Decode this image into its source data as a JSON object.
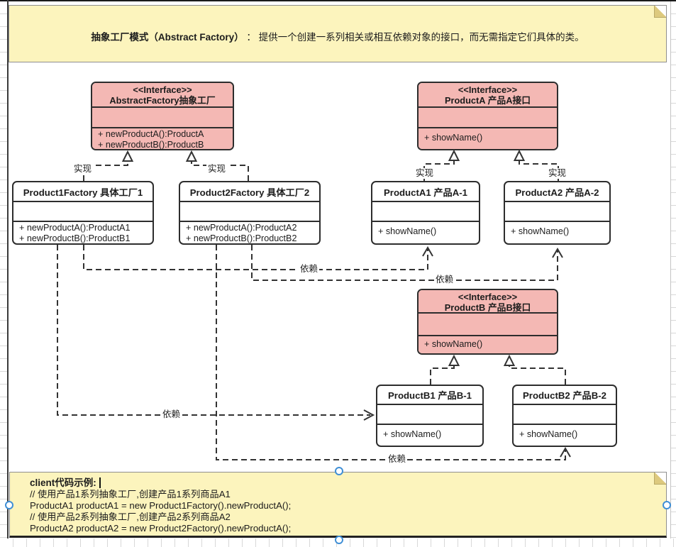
{
  "banner": {
    "title": "抽象工厂模式（Abstract Factory）",
    "separator": " ： ",
    "description": "提供一个创建一系列相关或相互依赖对象的接口，而无需指定它们具体的类。"
  },
  "labels": {
    "realize": "实现",
    "depend": "依赖"
  },
  "classes": {
    "abstract_factory": {
      "stereotype": "<<Interface>>",
      "name": "AbstractFactory抽象工厂",
      "methods": [
        "+ newProductA():ProductA",
        "+ newProductB():ProductB"
      ]
    },
    "product_a_interface": {
      "stereotype": "<<Interface>>",
      "name": "ProductA 产品A接口",
      "methods": [
        "+ showName()"
      ]
    },
    "product1_factory": {
      "name": "Product1Factory 具体工厂1",
      "methods": [
        "+ newProductA():ProductA1",
        "+ newProductB():ProductB1"
      ]
    },
    "product2_factory": {
      "name": "Product2Factory 具体工厂2",
      "methods": [
        "+ newProductA():ProductA2",
        "+ newProductB():ProductB2"
      ]
    },
    "product_a1": {
      "name": "ProductA1 产品A-1",
      "methods": [
        "+ showName()"
      ]
    },
    "product_a2": {
      "name": "ProductA2 产品A-2",
      "methods": [
        "+ showName()"
      ]
    },
    "product_b_interface": {
      "stereotype": "<<Interface>>",
      "name": "ProductB 产品B接口",
      "methods": [
        "+ showName()"
      ]
    },
    "product_b1": {
      "name": "ProductB1 产品B-1",
      "methods": [
        "+ showName()"
      ]
    },
    "product_b2": {
      "name": "ProductB2 产品B-2",
      "methods": [
        "+ showName()"
      ]
    }
  },
  "client_note": {
    "title": "client代码示例:",
    "lines": [
      "// 使用产品1系列抽象工厂,创建产品1系列商品A1",
      "ProductA1 productA1 = new Product1Factory().newProductA();",
      "// 使用产品2系列抽象工厂,创建产品2系列商品A2",
      "ProductA2 productA2 = new Product2Factory().newProductA();"
    ]
  },
  "colors": {
    "interface_fill": "#f4b8b4",
    "note_fill": "#fcf4bd",
    "line": "#333333",
    "handle": "#3f8fd6"
  }
}
